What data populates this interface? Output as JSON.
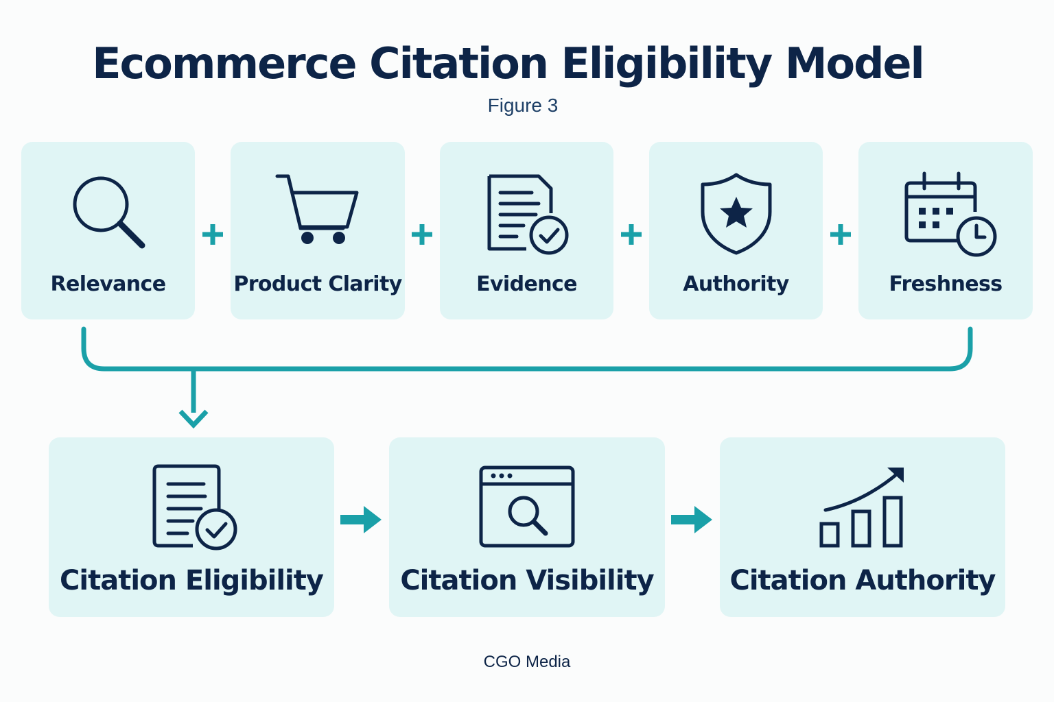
{
  "header": {
    "title": "Ecommerce Citation Eligibility Model",
    "subtitle": "Figure 3"
  },
  "factors": [
    {
      "label": "Relevance",
      "icon": "search-icon"
    },
    {
      "label": "Product Clarity",
      "icon": "shopping-cart-icon"
    },
    {
      "label": "Evidence",
      "icon": "document-check-icon"
    },
    {
      "label": "Authority",
      "icon": "shield-star-icon"
    },
    {
      "label": "Freshness",
      "icon": "calendar-clock-icon"
    }
  ],
  "outcomes": [
    {
      "label": "Citation Eligibility",
      "icon": "document-check-icon"
    },
    {
      "label": "Citation Visibility",
      "icon": "browser-search-icon"
    },
    {
      "label": "Citation Authority",
      "icon": "growth-chart-icon"
    }
  ],
  "colors": {
    "navy": "#0d2447",
    "teal": "#1aa0a8",
    "card": "#e0f5f5",
    "background": "#fbfcfc"
  },
  "footer": "CGO Media"
}
